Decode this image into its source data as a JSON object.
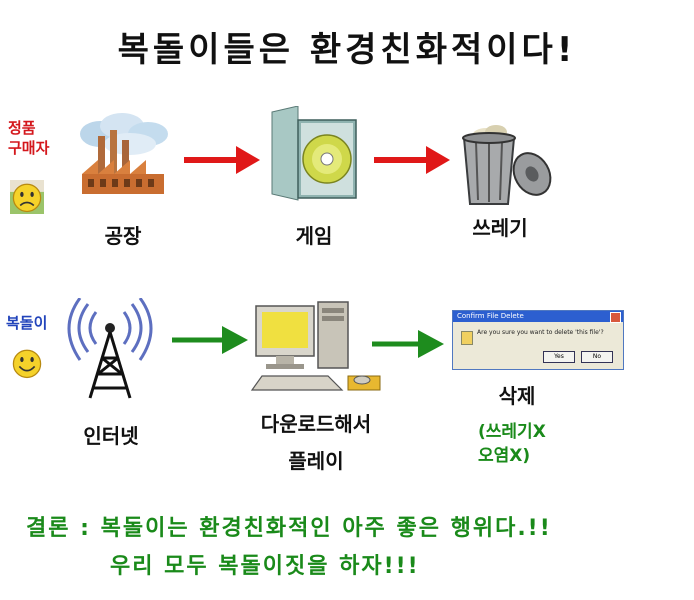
{
  "title": "복돌이들은 환경친화적이다!",
  "row1": {
    "side_label_line1": "정품",
    "side_label_line2": "구매자",
    "factory_label": "공장",
    "game_label": "게임",
    "trash_label": "쓰레기",
    "arrow_color": "#e01818"
  },
  "row2": {
    "side_label": "복돌이",
    "internet_label": "인터넷",
    "download_label_line1": "다운로드해서",
    "download_label_line2": "플레이",
    "delete_label": "삭제",
    "note_line1": "(쓰레기X",
    "note_line2": "오염X)",
    "arrow_color": "#1e8c1e",
    "dialog": {
      "title": "Confirm File Delete",
      "message": "Are you sure you want to delete 'this file'?",
      "yes": "Yes",
      "no": "No"
    }
  },
  "conclusion": {
    "line1": "결론 : 복돌이는 환경친화적인 아주 좋은 행위다.!!",
    "line2": "우리 모두 복돌이짓을 하자!!!"
  },
  "icons": {
    "smiley_sad": "sad-smiley-icon",
    "smiley_happy": "happy-smiley-icon",
    "factory": "factory-icon",
    "cd": "cd-case-icon",
    "trash": "trash-can-icon",
    "tower": "radio-tower-icon",
    "computer": "computer-icon"
  }
}
